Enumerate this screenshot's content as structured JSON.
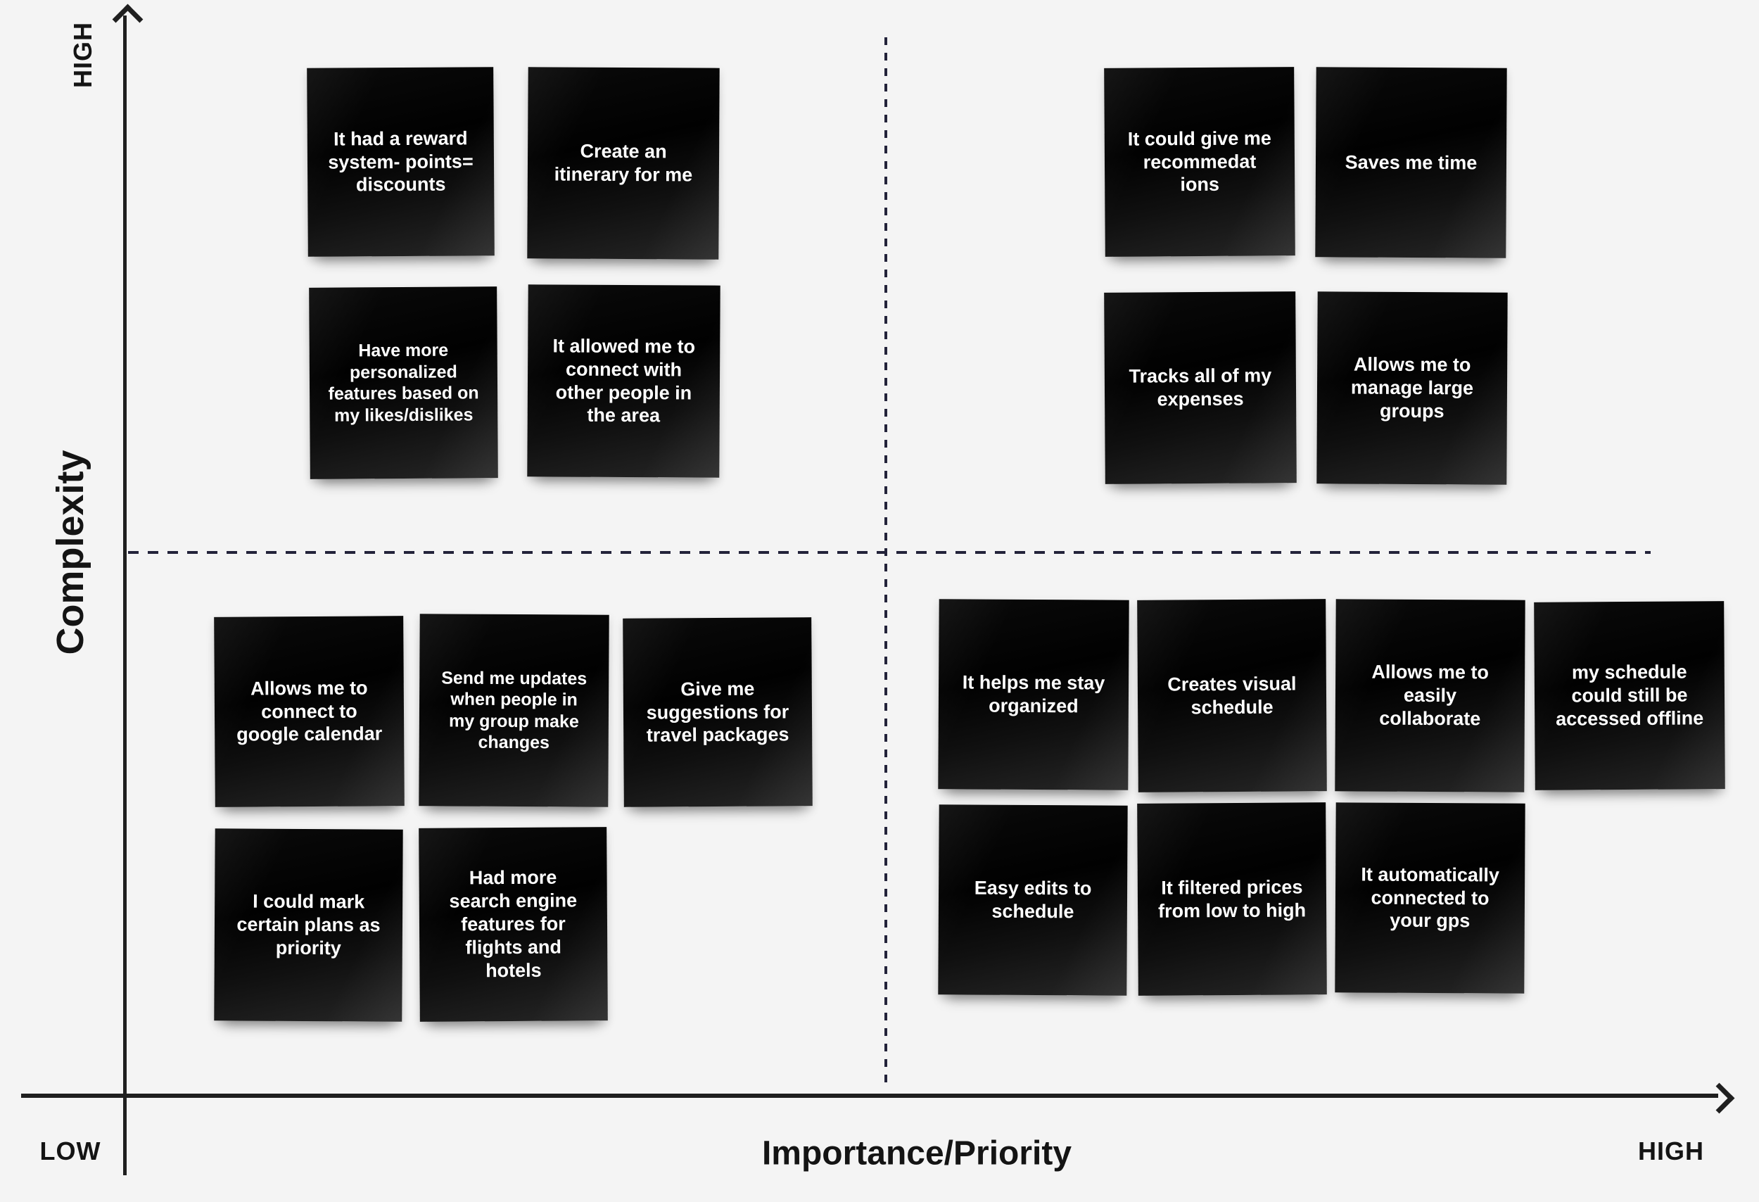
{
  "board": {
    "y_axis": {
      "top_label": "HIGH",
      "title": "Complexity"
    },
    "x_axis": {
      "left_label": "LOW",
      "title": "Importance/Priority",
      "right_label": "HIGH"
    }
  },
  "colors": {
    "background": "#f4f4f4",
    "axis": "#1f1f1f",
    "divider_dash": "#23233a",
    "note_background": "#0a0a0a",
    "note_text": "#ffffff",
    "label_text": "#141414"
  },
  "quadrants": {
    "top_left": {
      "position": "high-complexity / low-importance",
      "notes": [
        {
          "text": "It had a reward system- points= discounts"
        },
        {
          "text": "Create an itinerary for me"
        },
        {
          "text": "Have more personalized features based on my likes/dislikes"
        },
        {
          "text": "It allowed me to connect with other people in the area"
        }
      ]
    },
    "top_right": {
      "position": "high-complexity / high-importance",
      "notes": [
        {
          "text": "It could give me recommedat ions"
        },
        {
          "text": "Saves me time"
        },
        {
          "text": "Tracks all of my expenses"
        },
        {
          "text": "Allows me to manage large groups"
        }
      ]
    },
    "bottom_left": {
      "position": "low-complexity / low-importance",
      "notes": [
        {
          "text": "Allows me to connect to google calendar"
        },
        {
          "text": "Send me updates when people in my group make changes"
        },
        {
          "text": "Give me suggestions for travel packages"
        },
        {
          "text": "I could mark certain plans as priority"
        },
        {
          "text": "Had more search engine features for flights and hotels"
        }
      ]
    },
    "bottom_right": {
      "position": "low-complexity / high-importance",
      "notes": [
        {
          "text": "It helps me stay organized"
        },
        {
          "text": "Creates visual schedule"
        },
        {
          "text": "Allows me to easily collaborate"
        },
        {
          "text": "my schedule could still be accessed offline"
        },
        {
          "text": "Easy edits to schedule"
        },
        {
          "text": "It filtered prices from low to high"
        },
        {
          "text": "It automatically connected to your gps"
        }
      ]
    }
  }
}
